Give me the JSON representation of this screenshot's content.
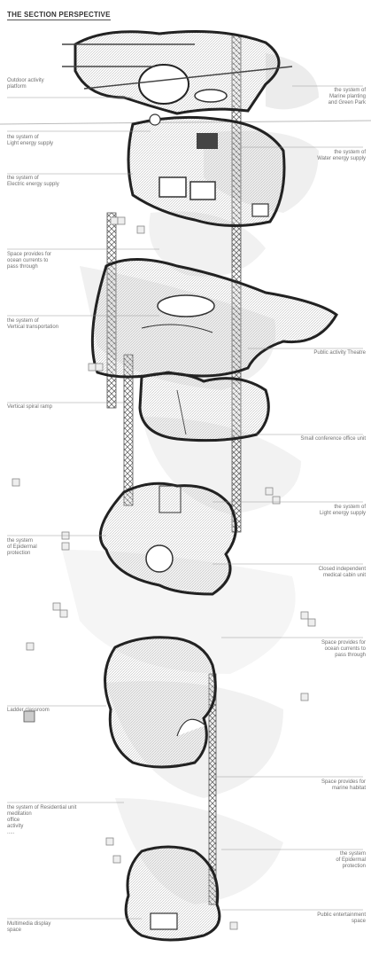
{
  "title": "THE SECTION PERSPECTIVE",
  "labels": {
    "outdoor_activity": "Outdoor activity\nplatform",
    "marine_planting": "the system of\nMarine planting\nand Green Park",
    "light_energy_top": "the system of\nLight energy supply",
    "water_energy": "the system of\nWater energy supply",
    "electric_energy": "the system of\nElectric energy supply",
    "ocean_currents_1": "Space provides for\nocean currents to\npass through",
    "vertical_transport": "the system of\nVertical transportation",
    "public_theatre": "Public activity Theatre",
    "spiral_ramp": "Vertical spiral ramp",
    "conference_office": "Small conference office unit",
    "light_energy_mid": "the system of\nLight energy supply",
    "epidermal_left": "the system\nof Epidermal\nprotection",
    "medical_cabin": "Closed independent\nmedical cabin unit",
    "ocean_currents_2": "Space provides for\nocean currents to\npass through",
    "ladder_classroom": "Ladder classroom",
    "marine_habitat": "Space provides for\nmarine habitat",
    "residential_unit": "the system of Residential unit\nmeditation\noffice\nactivity\n.....",
    "epidermal_right": "the system\nof Epidermal\nprotection",
    "multimedia": "Multimedia display\nspace",
    "public_entertainment": "Public entertainment\nspace"
  }
}
